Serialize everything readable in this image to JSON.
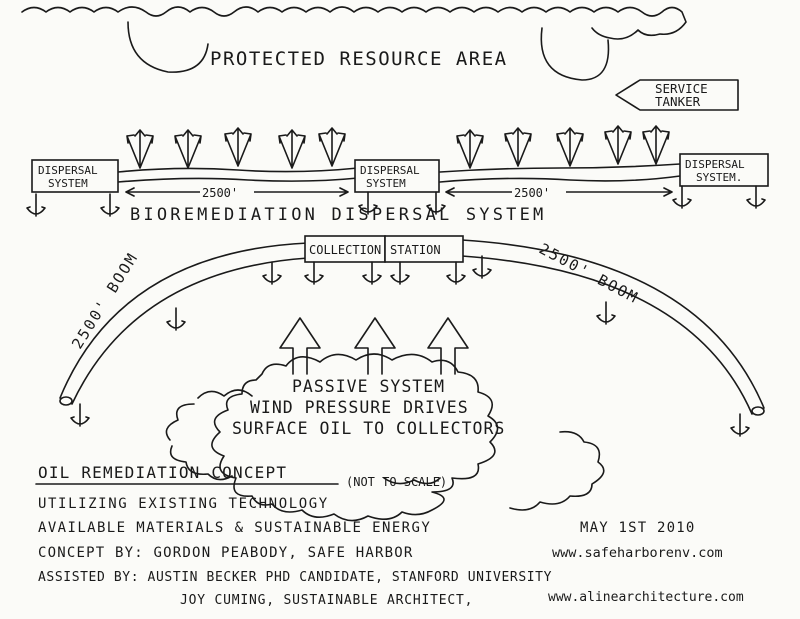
{
  "header": {
    "area_label": "PROTECTED RESOURCE AREA",
    "tanker_line1": "SERVICE",
    "tanker_line2": "TANKER"
  },
  "dispersal": {
    "box_line1": "DISPERSAL",
    "box_line2": "SYSTEM",
    "box_right_line2": "SYSTEM.",
    "distance_left": "2500'",
    "distance_right": "2500'",
    "system_label": "BIOREMEDIATION DISPERSAL SYSTEM"
  },
  "collection": {
    "left": "COLLECTION",
    "right": "STATION",
    "boom_left": "2500'  BOOM",
    "boom_right": "2500'  BOOM"
  },
  "passive": {
    "line1": "PASSIVE SYSTEM",
    "line2": "WIND PRESSURE DRIVES",
    "line3": "SURFACE OIL TO COLLECTORS"
  },
  "footer": {
    "title": "OIL REMEDIATION CONCEPT",
    "scale_note": "(NOT TO SCALE)",
    "line1": "UTILIZING EXISTING TECHNOLOGY",
    "line2": "AVAILABLE MATERIALS & SUSTAINABLE ENERGY",
    "date": "MAY 1ST 2010",
    "concept_by": "CONCEPT BY: GORDON PEABODY, SAFE HARBOR",
    "concept_url": "www.safeharborenv.com",
    "assisted_by": "ASSISTED BY: AUSTIN BECKER PHD CANDIDATE, STANFORD UNIVERSITY",
    "joy": "JOY CUMING, SUSTAINABLE ARCHITECT,",
    "joy_url": "www.alinearchitecture.com"
  }
}
